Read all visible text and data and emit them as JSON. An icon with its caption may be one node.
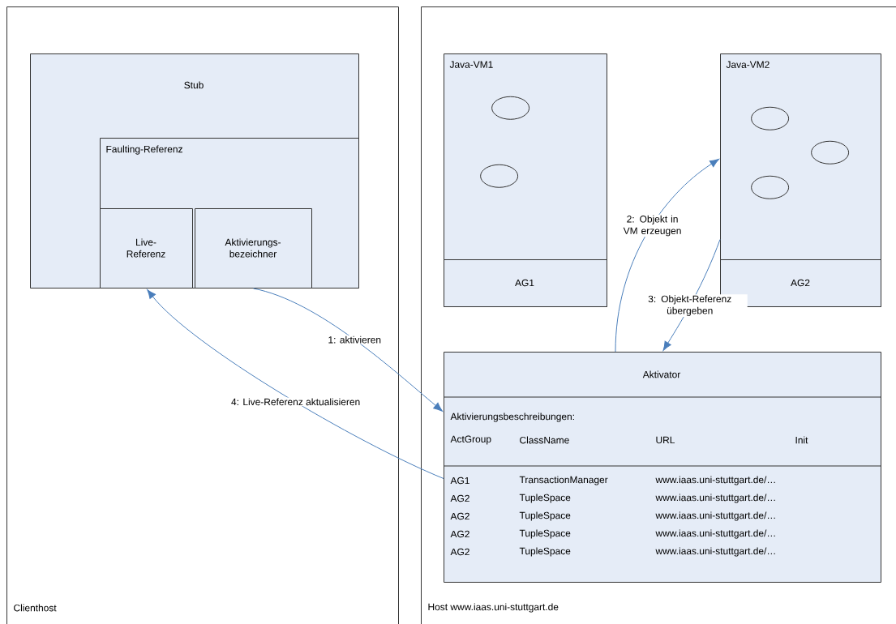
{
  "diagram": {
    "nodes": [
      {
        "text": [
          "Clienthost"
        ]
      },
      {
        "text": [
          "Stub"
        ],
        "in": 0
      },
      {
        "text": [
          "Faulting-Referenz"
        ],
        "in": 1
      },
      {
        "text": [
          "Live-Referenz"
        ],
        "in": 2
      },
      {
        "text": [
          "Aktivierungs-bezeichner"
        ],
        "in": 2
      },
      {
        "text": [
          "Host www.iaas.uni-stuttgart.de"
        ]
      },
      {
        "text": [
          "Java-VM1"
        ],
        "in": 5
      },
      {
        "text": [
          "AG1"
        ],
        "in": 6
      },
      {
        "text": [],
        "shape": "ellipse",
        "in": 6
      },
      {
        "text": [],
        "shape": "ellipse",
        "in": 6
      },
      {
        "text": [
          "Java-VM2"
        ],
        "in": 5
      },
      {
        "text": [
          "AG2"
        ],
        "in": 10
      },
      {
        "text": [],
        "shape": "ellipse",
        "in": 10
      },
      {
        "text": [],
        "shape": "ellipse",
        "in": 10
      },
      {
        "text": [],
        "shape": "ellipse",
        "in": 10
      },
      {
        "text": [
          "Aktivator",
          "Aktivierungsbeschreibungen:"
        ],
        "in": 5
      }
    ],
    "edges": [
      {
        "from": 4,
        "to": 15,
        "arrow": "to",
        "label": "1: aktivieren"
      },
      {
        "from": 15,
        "to": 10,
        "arrow": "to",
        "label": "2: Objekt in VM erzeugen"
      },
      {
        "from": 10,
        "to": 15,
        "arrow": "to",
        "label": "3: Objekt-Referenz übergeben"
      },
      {
        "from": 15,
        "to": 3,
        "arrow": "to",
        "label": "4: Live-Referenz aktualisieren"
      }
    ],
    "labels": [
      "ActGroup",
      "ClassName",
      "URL",
      "Init",
      "AG1",
      "TransactionManager",
      "www.iaas.uni-stuttgart.de/…",
      "AG2",
      "TupleSpace",
      "www.iaas.uni-stuttgart.de/…",
      "AG2",
      "TupleSpace",
      "www.iaas.uni-stuttgart.de/…",
      "AG2",
      "TupleSpace",
      "www.iaas.uni-stuttgart.de/…",
      "AG2",
      "TupleSpace",
      "www.iaas.uni-stuttgart.de/…"
    ]
  }
}
